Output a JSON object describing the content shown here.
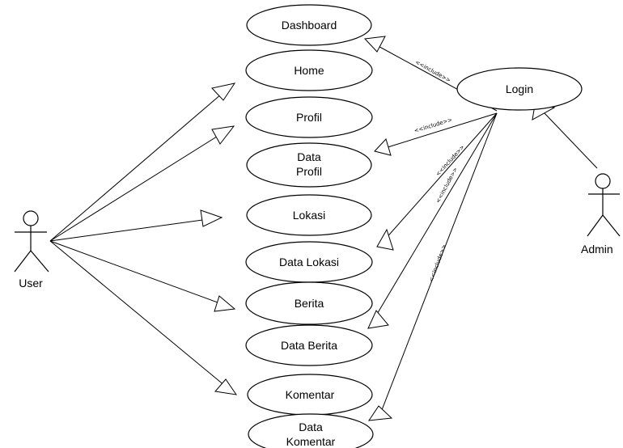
{
  "actors": {
    "user": "User",
    "admin": "Admin"
  },
  "use_cases": {
    "dashboard": "Dashboard",
    "home": "Home",
    "profil": "Profil",
    "data_profil_1": "Data",
    "data_profil_2": "Profil",
    "lokasi": "Lokasi",
    "data_lokasi": "Data Lokasi",
    "berita": "Berita",
    "data_berita": "Data Berita",
    "komentar": "Komentar",
    "data_komentar_1": "Data",
    "data_komentar_2": "Komentar",
    "login": "Login"
  },
  "relations": {
    "include": "<<include>>"
  }
}
